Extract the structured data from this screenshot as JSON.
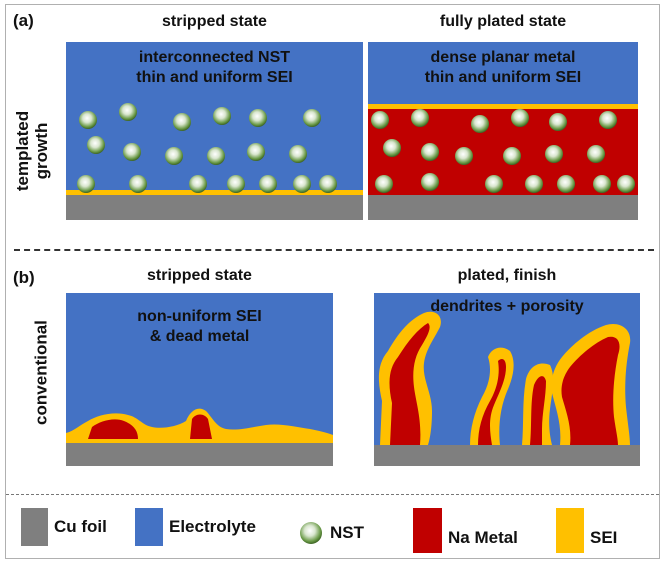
{
  "panel_a": {
    "label": "(a)",
    "row_label": "templated\ngrowth",
    "left": {
      "title": "stripped state",
      "text_line1": "interconnected NST",
      "text_line2": "thin and uniform SEI"
    },
    "right": {
      "title": "fully plated state",
      "text_line1": "dense planar metal",
      "text_line2": "thin and uniform SEI"
    }
  },
  "panel_b": {
    "label": "(b)",
    "row_label": "conventional",
    "left": {
      "title": "stripped state",
      "text_line1": "non-uniform SEI",
      "text_line2": "& dead metal"
    },
    "right": {
      "title": "plated, finish",
      "text_line1": "dendrites + porosity"
    }
  },
  "legend": {
    "cu_foil": "Cu foil",
    "electrolyte": "Electrolyte",
    "nst": "NST",
    "na_metal": "Na Metal",
    "sei": "SEI"
  },
  "colors": {
    "electrolyte": "#4472c4",
    "cu_foil": "#7f7f7f",
    "na_metal": "#c00000",
    "sei": "#ffc000",
    "nst": "#5f8f3e"
  }
}
